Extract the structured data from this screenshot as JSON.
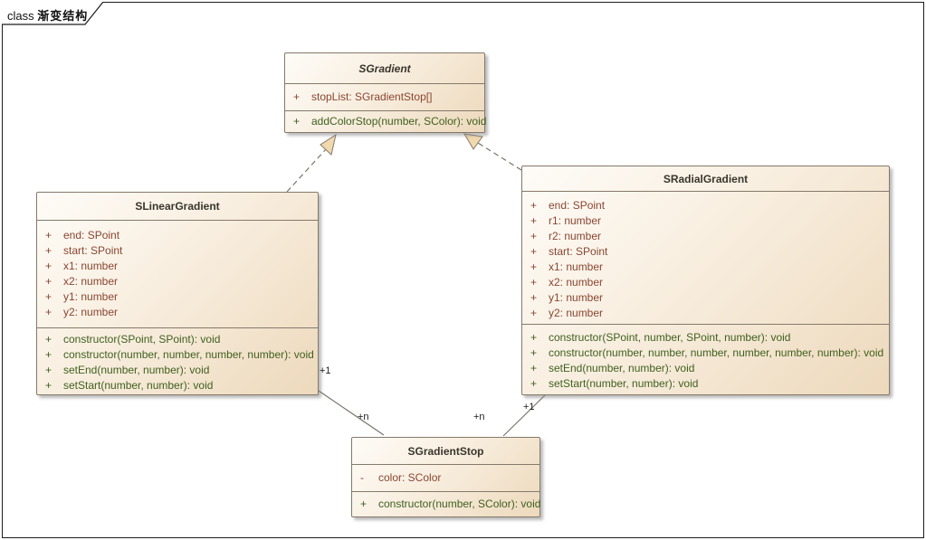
{
  "frame": {
    "keyword": "class",
    "title": "渐变结构"
  },
  "colors": {
    "box_fill_light": "#fefcf8",
    "box_fill_dark": "#edd9bc",
    "box_border": "#85796a",
    "attribute_text": "#8a4632",
    "method_text": "#40601f",
    "title_text": "#3a352c",
    "connector_line": "#7a746a",
    "triangle_fill": "#f0d9ae",
    "frame_border": "#1c1c1c"
  },
  "classes": {
    "sgradient": {
      "name": "SGradient",
      "abstract": true,
      "attributes": [
        {
          "vis": "+",
          "text": "stopList: SGradientStop[]"
        }
      ],
      "methods": [
        {
          "vis": "+",
          "text": "addColorStop(number, SColor): void"
        }
      ]
    },
    "slinear": {
      "name": "SLinearGradient",
      "abstract": false,
      "attributes": [
        {
          "vis": "+",
          "text": "end: SPoint"
        },
        {
          "vis": "+",
          "text": "start: SPoint"
        },
        {
          "vis": "+",
          "text": "x1: number"
        },
        {
          "vis": "+",
          "text": "x2: number"
        },
        {
          "vis": "+",
          "text": "y1: number"
        },
        {
          "vis": "+",
          "text": "y2: number"
        }
      ],
      "methods": [
        {
          "vis": "+",
          "text": "constructor(SPoint, SPoint): void"
        },
        {
          "vis": "+",
          "text": "constructor(number, number, number, number): void"
        },
        {
          "vis": "+",
          "text": "setEnd(number, number): void"
        },
        {
          "vis": "+",
          "text": "setStart(number, number): void"
        }
      ]
    },
    "sradial": {
      "name": "SRadialGradient",
      "abstract": false,
      "attributes": [
        {
          "vis": "+",
          "text": "end: SPoint"
        },
        {
          "vis": "+",
          "text": "r1: number"
        },
        {
          "vis": "+",
          "text": "r2: number"
        },
        {
          "vis": "+",
          "text": "start: SPoint"
        },
        {
          "vis": "+",
          "text": "x1: number"
        },
        {
          "vis": "+",
          "text": "x2: number"
        },
        {
          "vis": "+",
          "text": "y1: number"
        },
        {
          "vis": "+",
          "text": "y2: number"
        }
      ],
      "methods": [
        {
          "vis": "+",
          "text": "constructor(SPoint, number, SPoint, number): void"
        },
        {
          "vis": "+",
          "text": "constructor(number, number, number, number, number, number): void"
        },
        {
          "vis": "+",
          "text": "setEnd(number, number): void"
        },
        {
          "vis": "+",
          "text": "setStart(number, number): void"
        }
      ]
    },
    "sstop": {
      "name": "SGradientStop",
      "abstract": false,
      "attributes": [
        {
          "vis": "-",
          "text": "color: SColor"
        }
      ],
      "methods": [
        {
          "vis": "+",
          "text": "constructor(number, SColor): void"
        }
      ]
    }
  },
  "connectors": {
    "linear_realizes_gradient": {
      "type": "realization",
      "style": "dashed-hollow-triangle"
    },
    "radial_realizes_gradient": {
      "type": "realization",
      "style": "dashed-hollow-triangle"
    },
    "linear_to_stop": {
      "type": "association",
      "source_label": "+1",
      "target_label": "+n"
    },
    "radial_to_stop": {
      "type": "association",
      "source_label": "+1",
      "target_label": "+n"
    }
  }
}
